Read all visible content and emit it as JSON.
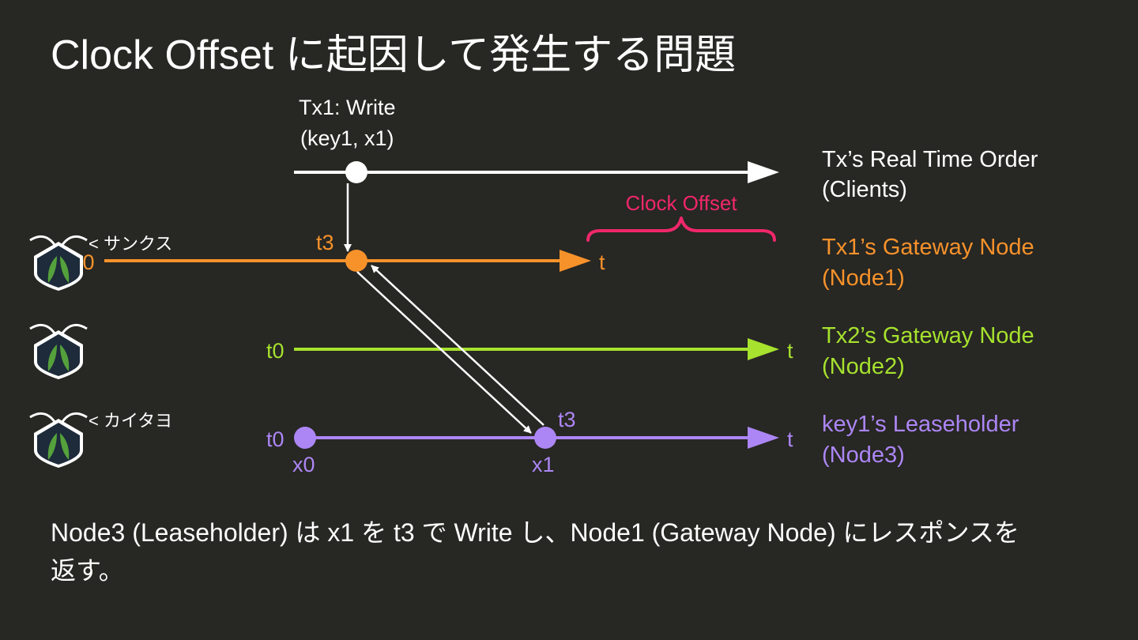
{
  "title": "Clock Offset に起因して発生する問題",
  "colors": {
    "background": "#272723",
    "white": "#ffffff",
    "node1": "#f7922b",
    "node2": "#a6e22e",
    "node3": "#ac86f5",
    "offset": "#f0276b",
    "mascot_dark": "#1d2b3a",
    "mascot_green": "#55a13c"
  },
  "timelines": {
    "clients": {
      "label_line1": "Tx’s Real Time Order",
      "label_line2": "(Clients)"
    },
    "node1": {
      "label_line1": "Tx1’s Gateway Node",
      "label_line2": "(Node1)",
      "start": "t0",
      "end": "t",
      "event_time": "t3"
    },
    "node2": {
      "label_line1": "Tx2’s Gateway Node",
      "label_line2": "(Node2)",
      "start": "t0",
      "end": "t"
    },
    "node3": {
      "label_line1": "key1’s Leaseholder",
      "label_line2": "(Node3)",
      "start": "t0",
      "end": "t",
      "event_time": "t3",
      "initial_value": "x0",
      "written_value": "x1"
    }
  },
  "tx1": {
    "line1": "Tx1: Write",
    "line2": "(key1, x1)"
  },
  "clock_offset_label": "Clock Offset",
  "mascots": [
    {
      "icon": "cockroach-mascot-icon",
      "speech": "< サンクス"
    },
    {
      "icon": "cockroach-mascot-icon",
      "speech": ""
    },
    {
      "icon": "cockroach-mascot-icon",
      "speech": "< カイタヨ"
    }
  ],
  "caption": {
    "line1": "Node3 (Leaseholder) は x1 を t3 で Write し、Node1 (Gateway Node) にレスポンスを",
    "line2": "返す。"
  }
}
